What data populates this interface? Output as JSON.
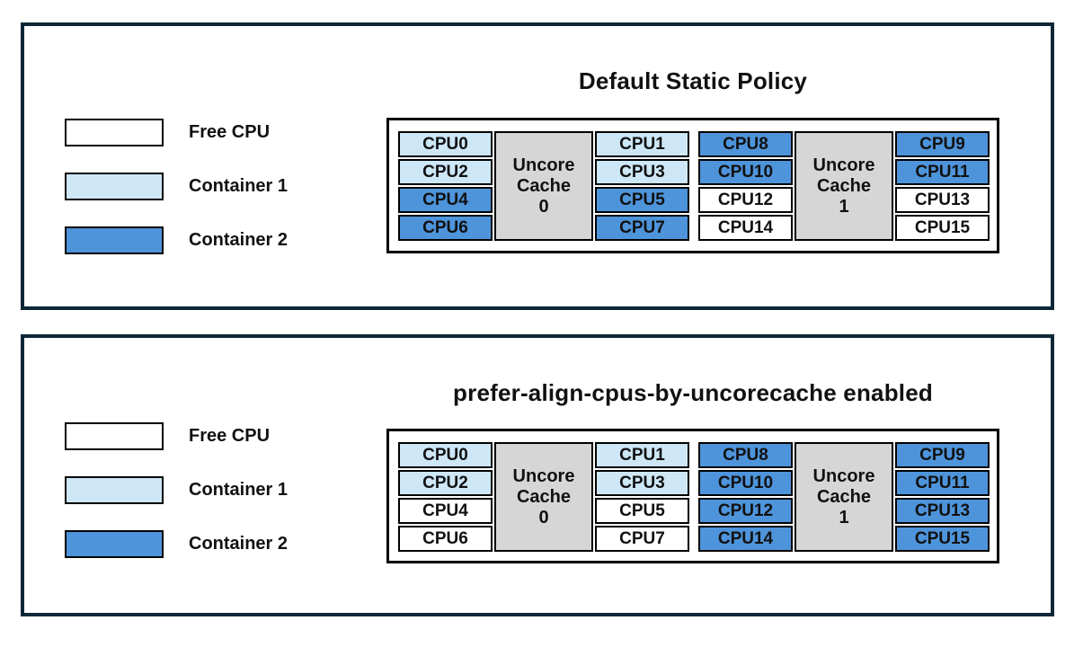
{
  "colors": {
    "free": "#ffffff",
    "container1": "#cde7f7",
    "container2": "#4e94db",
    "cache": "#d6d6d6",
    "cell_border": "#000000",
    "panel_border": "#0c2836",
    "text": "#111111"
  },
  "legend": {
    "items": [
      {
        "label": "Free CPU",
        "state": "free"
      },
      {
        "label": "Container 1",
        "state": "container1"
      },
      {
        "label": "Container 2",
        "state": "container2"
      }
    ]
  },
  "panels": [
    {
      "title": "Default Static Policy",
      "groups": [
        {
          "cache_lines": [
            "Uncore",
            "Cache",
            "0"
          ],
          "left_cpus": [
            {
              "label": "CPU0",
              "state": "container1"
            },
            {
              "label": "CPU2",
              "state": "container1"
            },
            {
              "label": "CPU4",
              "state": "container2"
            },
            {
              "label": "CPU6",
              "state": "container2"
            }
          ],
          "right_cpus": [
            {
              "label": "CPU1",
              "state": "container1"
            },
            {
              "label": "CPU3",
              "state": "container1"
            },
            {
              "label": "CPU5",
              "state": "container2"
            },
            {
              "label": "CPU7",
              "state": "container2"
            }
          ]
        },
        {
          "cache_lines": [
            "Uncore",
            "Cache",
            "1"
          ],
          "left_cpus": [
            {
              "label": "CPU8",
              "state": "container2"
            },
            {
              "label": "CPU10",
              "state": "container2"
            },
            {
              "label": "CPU12",
              "state": "free"
            },
            {
              "label": "CPU14",
              "state": "free"
            }
          ],
          "right_cpus": [
            {
              "label": "CPU9",
              "state": "container2"
            },
            {
              "label": "CPU11",
              "state": "container2"
            },
            {
              "label": "CPU13",
              "state": "free"
            },
            {
              "label": "CPU15",
              "state": "free"
            }
          ]
        }
      ]
    },
    {
      "title": "prefer-align-cpus-by-uncorecache enabled",
      "groups": [
        {
          "cache_lines": [
            "Uncore",
            "Cache",
            "0"
          ],
          "left_cpus": [
            {
              "label": "CPU0",
              "state": "container1"
            },
            {
              "label": "CPU2",
              "state": "container1"
            },
            {
              "label": "CPU4",
              "state": "free"
            },
            {
              "label": "CPU6",
              "state": "free"
            }
          ],
          "right_cpus": [
            {
              "label": "CPU1",
              "state": "container1"
            },
            {
              "label": "CPU3",
              "state": "container1"
            },
            {
              "label": "CPU5",
              "state": "free"
            },
            {
              "label": "CPU7",
              "state": "free"
            }
          ]
        },
        {
          "cache_lines": [
            "Uncore",
            "Cache",
            "1"
          ],
          "left_cpus": [
            {
              "label": "CPU8",
              "state": "container2"
            },
            {
              "label": "CPU10",
              "state": "container2"
            },
            {
              "label": "CPU12",
              "state": "container2"
            },
            {
              "label": "CPU14",
              "state": "container2"
            }
          ],
          "right_cpus": [
            {
              "label": "CPU9",
              "state": "container2"
            },
            {
              "label": "CPU11",
              "state": "container2"
            },
            {
              "label": "CPU13",
              "state": "container2"
            },
            {
              "label": "CPU15",
              "state": "container2"
            }
          ]
        }
      ]
    }
  ]
}
